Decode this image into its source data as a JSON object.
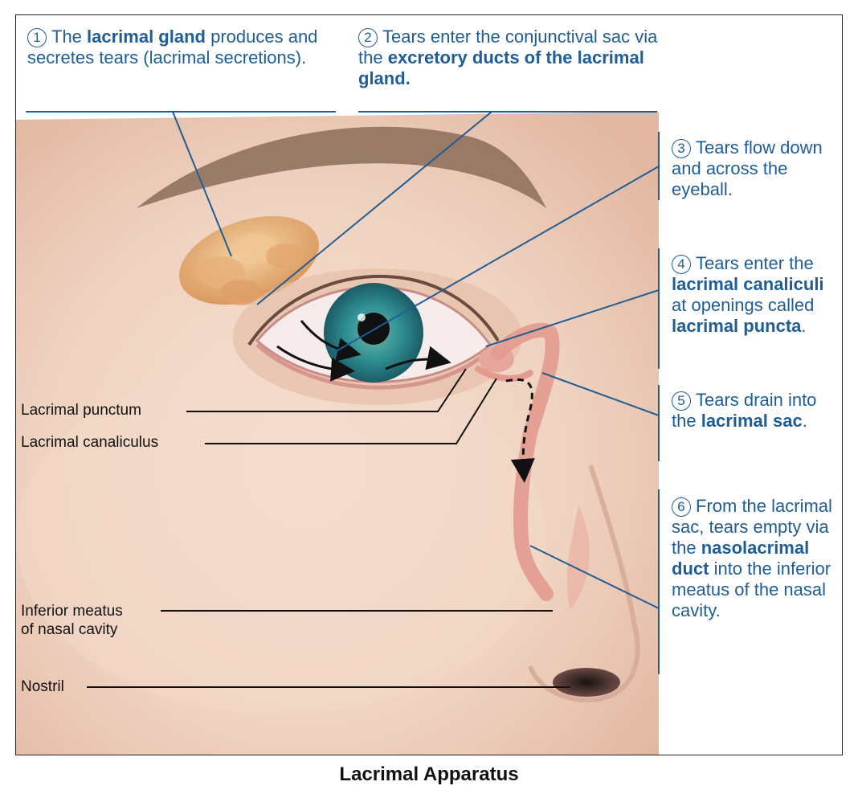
{
  "steps": [
    {
      "num": "1",
      "pre": "The ",
      "bold": "lacrimal gland",
      "post": " produces and secretes tears (lacrimal secretions)."
    },
    {
      "num": "2",
      "pre": "Tears enter the conjunctival sac via the ",
      "bold": "excretory ducts of the lacrimal gland.",
      "post": ""
    },
    {
      "num": "3",
      "pre": "Tears flow down and across the eyeball.",
      "bold": "",
      "post": ""
    },
    {
      "num": "4",
      "pre": "Tears enter the ",
      "bold": "lacrimal canaliculi",
      "post": " at openings called ",
      "bold2": "lacrimal puncta",
      "post2": "."
    },
    {
      "num": "5",
      "pre": "Tears drain into the ",
      "bold": "lacrimal sac",
      "post": "."
    },
    {
      "num": "6",
      "pre": "From the lacrimal sac, tears empty via the ",
      "bold": "nasolacrimal duct",
      "post": " into the inferior meatus of the nasal cavity."
    }
  ],
  "labels": {
    "punctum": "Lacrimal punctum",
    "canaliculus": "Lacrimal canaliculus",
    "meatus_line1": "Inferior meatus",
    "meatus_line2": "of nasal cavity",
    "nostril": "Nostril"
  },
  "caption": "Lacrimal Apparatus",
  "colors": {
    "callout_blue": "#1f5d94",
    "skin": "#f1d5c3",
    "iris": "#2d8a8c",
    "gland": "#e8b57c",
    "duct": "#e39a8f"
  }
}
